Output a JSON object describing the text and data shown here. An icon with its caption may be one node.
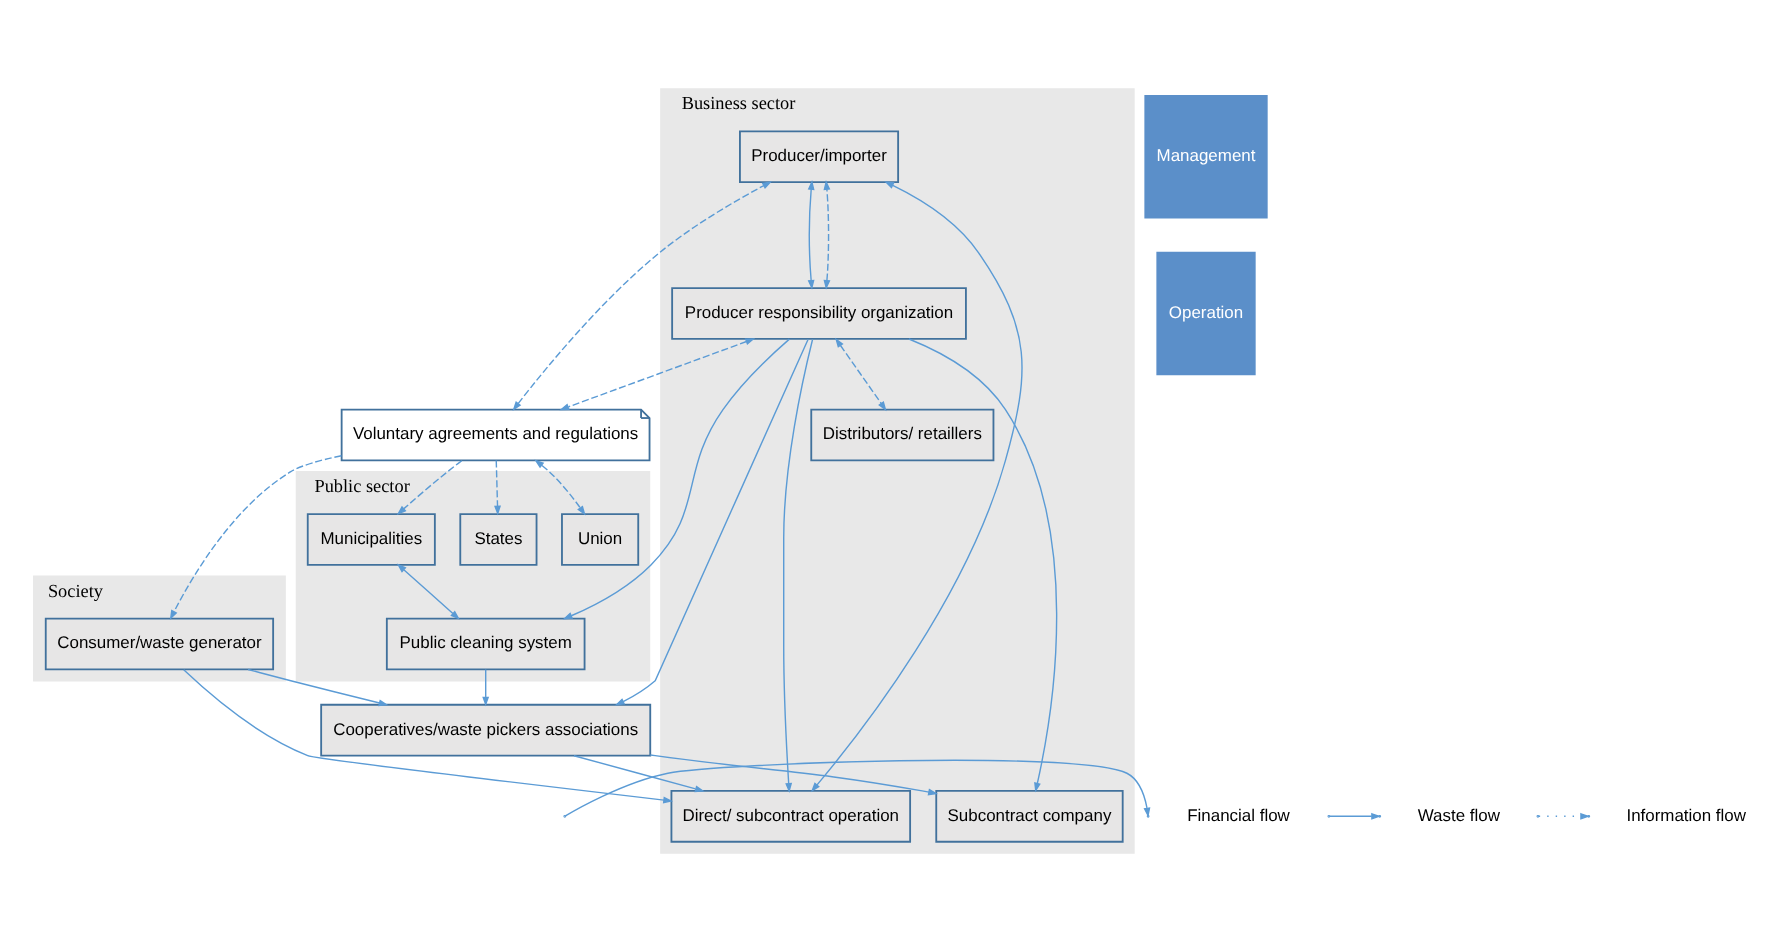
{
  "diagram": {
    "nodes": [
      {
        "text": [
          "Business sector"
        ]
      },
      {
        "text": [
          "Producer/importer"
        ],
        "in": 0
      },
      {
        "text": [
          "Producer responsibility organization"
        ],
        "in": 0
      },
      {
        "text": [
          "Distributors/ retaillers"
        ],
        "in": 0
      },
      {
        "text": [
          "Direct/ subcontract operation"
        ],
        "in": 0
      },
      {
        "text": [
          "Subcontract company"
        ],
        "in": 0
      },
      {
        "text": [
          "Voluntary agreements and regulations"
        ]
      },
      {
        "text": [
          "Public sector"
        ]
      },
      {
        "text": [
          "Union"
        ],
        "in": 7
      },
      {
        "text": [
          "States"
        ],
        "in": 7
      },
      {
        "text": [
          "Municipalities"
        ],
        "in": 7
      },
      {
        "text": [
          "Public cleaning system"
        ],
        "in": 7
      },
      {
        "text": [
          "Society"
        ]
      },
      {
        "text": [
          "Consumer/waste generator"
        ],
        "in": 12
      },
      {
        "text": [
          "Management"
        ]
      },
      {
        "text": [
          "Operation"
        ]
      },
      {
        "text": [
          "Cooperatives/waste pickers associations"
        ]
      }
    ],
    "edges": [
      {
        "from": 6,
        "to": 1,
        "arrow": "both",
        "style": "dashed"
      },
      {
        "from": 6,
        "to": 13,
        "arrow": "to",
        "style": "dashed"
      },
      {
        "from": 2,
        "to": 1,
        "arrow": "both",
        "style": "dashed"
      },
      {
        "from": 2,
        "to": 3,
        "arrow": "both",
        "style": "dashed"
      },
      {
        "from": 2,
        "to": 6,
        "arrow": "both",
        "style": "dashed"
      },
      {
        "from": 6,
        "to": 8,
        "arrow": "both",
        "style": "dashed"
      },
      {
        "from": 6,
        "to": 9,
        "arrow": "to",
        "style": "dashed"
      },
      {
        "from": 6,
        "to": 10,
        "arrow": "to",
        "style": "dashed"
      },
      {
        "from": 1,
        "to": 2,
        "arrow": "both"
      },
      {
        "from": 1,
        "to": 4,
        "arrow": "both"
      },
      {
        "from": 2,
        "to": 4,
        "arrow": "to"
      },
      {
        "from": 2,
        "to": 5,
        "arrow": "to"
      },
      {
        "from": 2,
        "to": 11,
        "arrow": "to"
      },
      {
        "from": 2,
        "to": 16,
        "arrow": "to"
      },
      {
        "from": 10,
        "to": 11,
        "arrow": "both"
      },
      {
        "from": 11,
        "to": 16,
        "arrow": "to"
      },
      {
        "from": 13,
        "to": 16,
        "arrow": "to"
      },
      {
        "from": 13,
        "to": 4,
        "arrow": "to"
      },
      {
        "from": 16,
        "to": 5,
        "arrow": "to"
      },
      {
        "from": 16,
        "to": 4,
        "arrow": "to"
      }
    ],
    "legend": [
      {
        "text": "Financial flow"
      },
      {
        "text": "Waste flow"
      },
      {
        "text": "Information flow"
      }
    ]
  }
}
